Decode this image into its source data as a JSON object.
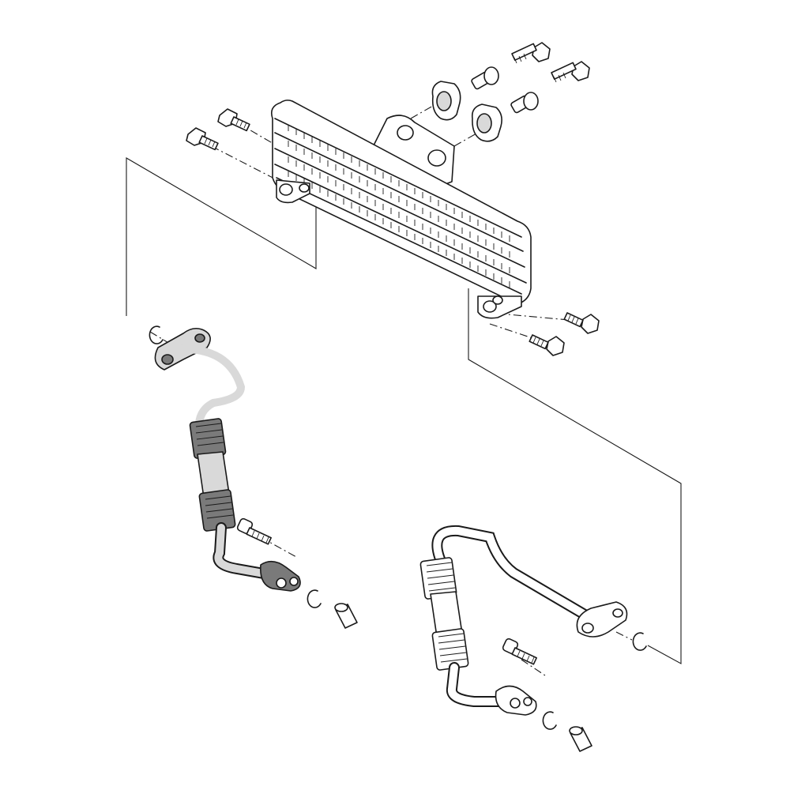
{
  "diagram": {
    "kind": "exploded-parts-view",
    "components": [
      {
        "name": "oil-cooler",
        "icon": "oil-cooler-icon"
      },
      {
        "name": "mounting-bolt",
        "icon": "bolt-icon",
        "count": 8
      },
      {
        "name": "rubber-grommet",
        "icon": "grommet-icon",
        "count": 2
      },
      {
        "name": "collar",
        "icon": "collar-icon",
        "count": 2
      },
      {
        "name": "o-ring",
        "icon": "o-ring-icon",
        "count": 4
      },
      {
        "name": "oil-hose-left",
        "icon": "hose-icon"
      },
      {
        "name": "oil-hose-right",
        "icon": "hose-icon"
      },
      {
        "name": "dowel-pin",
        "icon": "dowel-pin-icon",
        "count": 2
      }
    ],
    "colors": {
      "line": "#1a1a1a",
      "shade": "#d9d9d9",
      "dark": "#7a7a7a",
      "background": "#ffffff"
    }
  }
}
